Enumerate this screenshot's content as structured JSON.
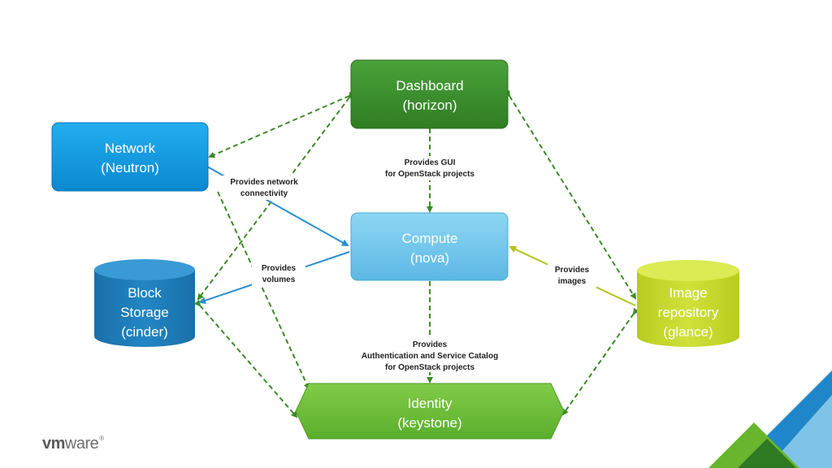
{
  "nodes": {
    "dashboard": {
      "line1": "Dashboard",
      "line2": "(horizon)"
    },
    "network": {
      "line1": "Network",
      "line2": "(Neutron)"
    },
    "compute": {
      "line1": "Compute",
      "line2": "(nova)"
    },
    "block_storage": {
      "line1": "Block",
      "line2": "Storage",
      "line3": "(cinder)"
    },
    "image_repository": {
      "line1": "Image",
      "line2": "repository",
      "line3": "(glance)"
    },
    "identity": {
      "line1": "Identity",
      "line2": "(keystone)"
    }
  },
  "labels": {
    "gui": {
      "line1": "Provides GUI",
      "line2": "for OpenStack projects"
    },
    "network": {
      "line1": "Provides network",
      "line2": "connectivity"
    },
    "volumes": {
      "line1": "Provides",
      "line2": "volumes"
    },
    "images": {
      "line1": "Provides",
      "line2": "images"
    },
    "auth": {
      "line1": "Provides",
      "line2": "Authentication and Service Catalog",
      "line3": "for OpenStack projects"
    }
  },
  "logo": {
    "text_bold": "vm",
    "text_light": "ware",
    "mark": "®"
  },
  "colors": {
    "dashboard": "#3a8f2a",
    "network": "#0a96e0",
    "compute": "#6fc6ec",
    "block_storage": "#1d7ab8",
    "image_repository": "#c4d82a",
    "identity": "#6fbf3a",
    "dashed_edge": "#3d8a28",
    "blue_arrow": "#2b8fd0",
    "yellow_arrow": "#b4c41e"
  }
}
